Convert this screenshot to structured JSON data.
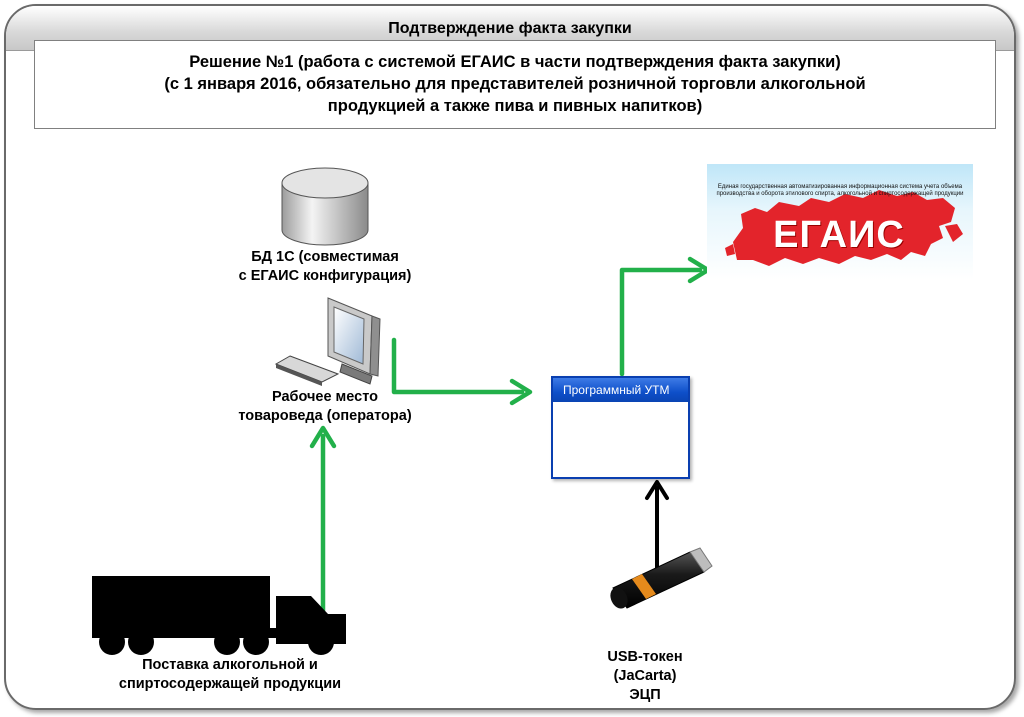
{
  "header": {
    "title": "Подтверждение факта закупки"
  },
  "solution": {
    "lines": [
      "Решение №1 (работа с системой ЕГАИС в части подтверждения факта закупки)",
      "(с 1 января 2016, обязательно для представителей розничной торговли алкогольной",
      "продукцией а также пива и пивных напитков)"
    ]
  },
  "nodes": {
    "database": {
      "icon": "database-icon",
      "label_lines": [
        "БД 1С (совместимая",
        "с ЕГАИС конфигурация)"
      ]
    },
    "workstation": {
      "icon": "computer-icon",
      "label_lines": [
        "Рабочее место",
        "товароведа (оператора)"
      ]
    },
    "utm": {
      "window_title": "Программный УТМ"
    },
    "egais": {
      "caption": "Единая государственная автоматизированная информационная система учета объема производства и оборота этилового спирта, алкогольной и спиртосодержащей продукции",
      "logo": "ЕГАИС",
      "icon": "russia-map-icon"
    },
    "token": {
      "icon": "usb-token-icon",
      "label_lines": [
        "USB-токен",
        "(JaCarta)",
        "ЭЦП"
      ]
    },
    "truck": {
      "icon": "truck-icon",
      "label_lines": [
        "Поставка алкогольной и",
        "спиртосодержащей продукции"
      ]
    }
  },
  "colors": {
    "arrow_green": "#22b04a",
    "arrow_black": "#000000",
    "utm_title_blue": "#0e4fc9",
    "egais_red": "#e3242b"
  }
}
